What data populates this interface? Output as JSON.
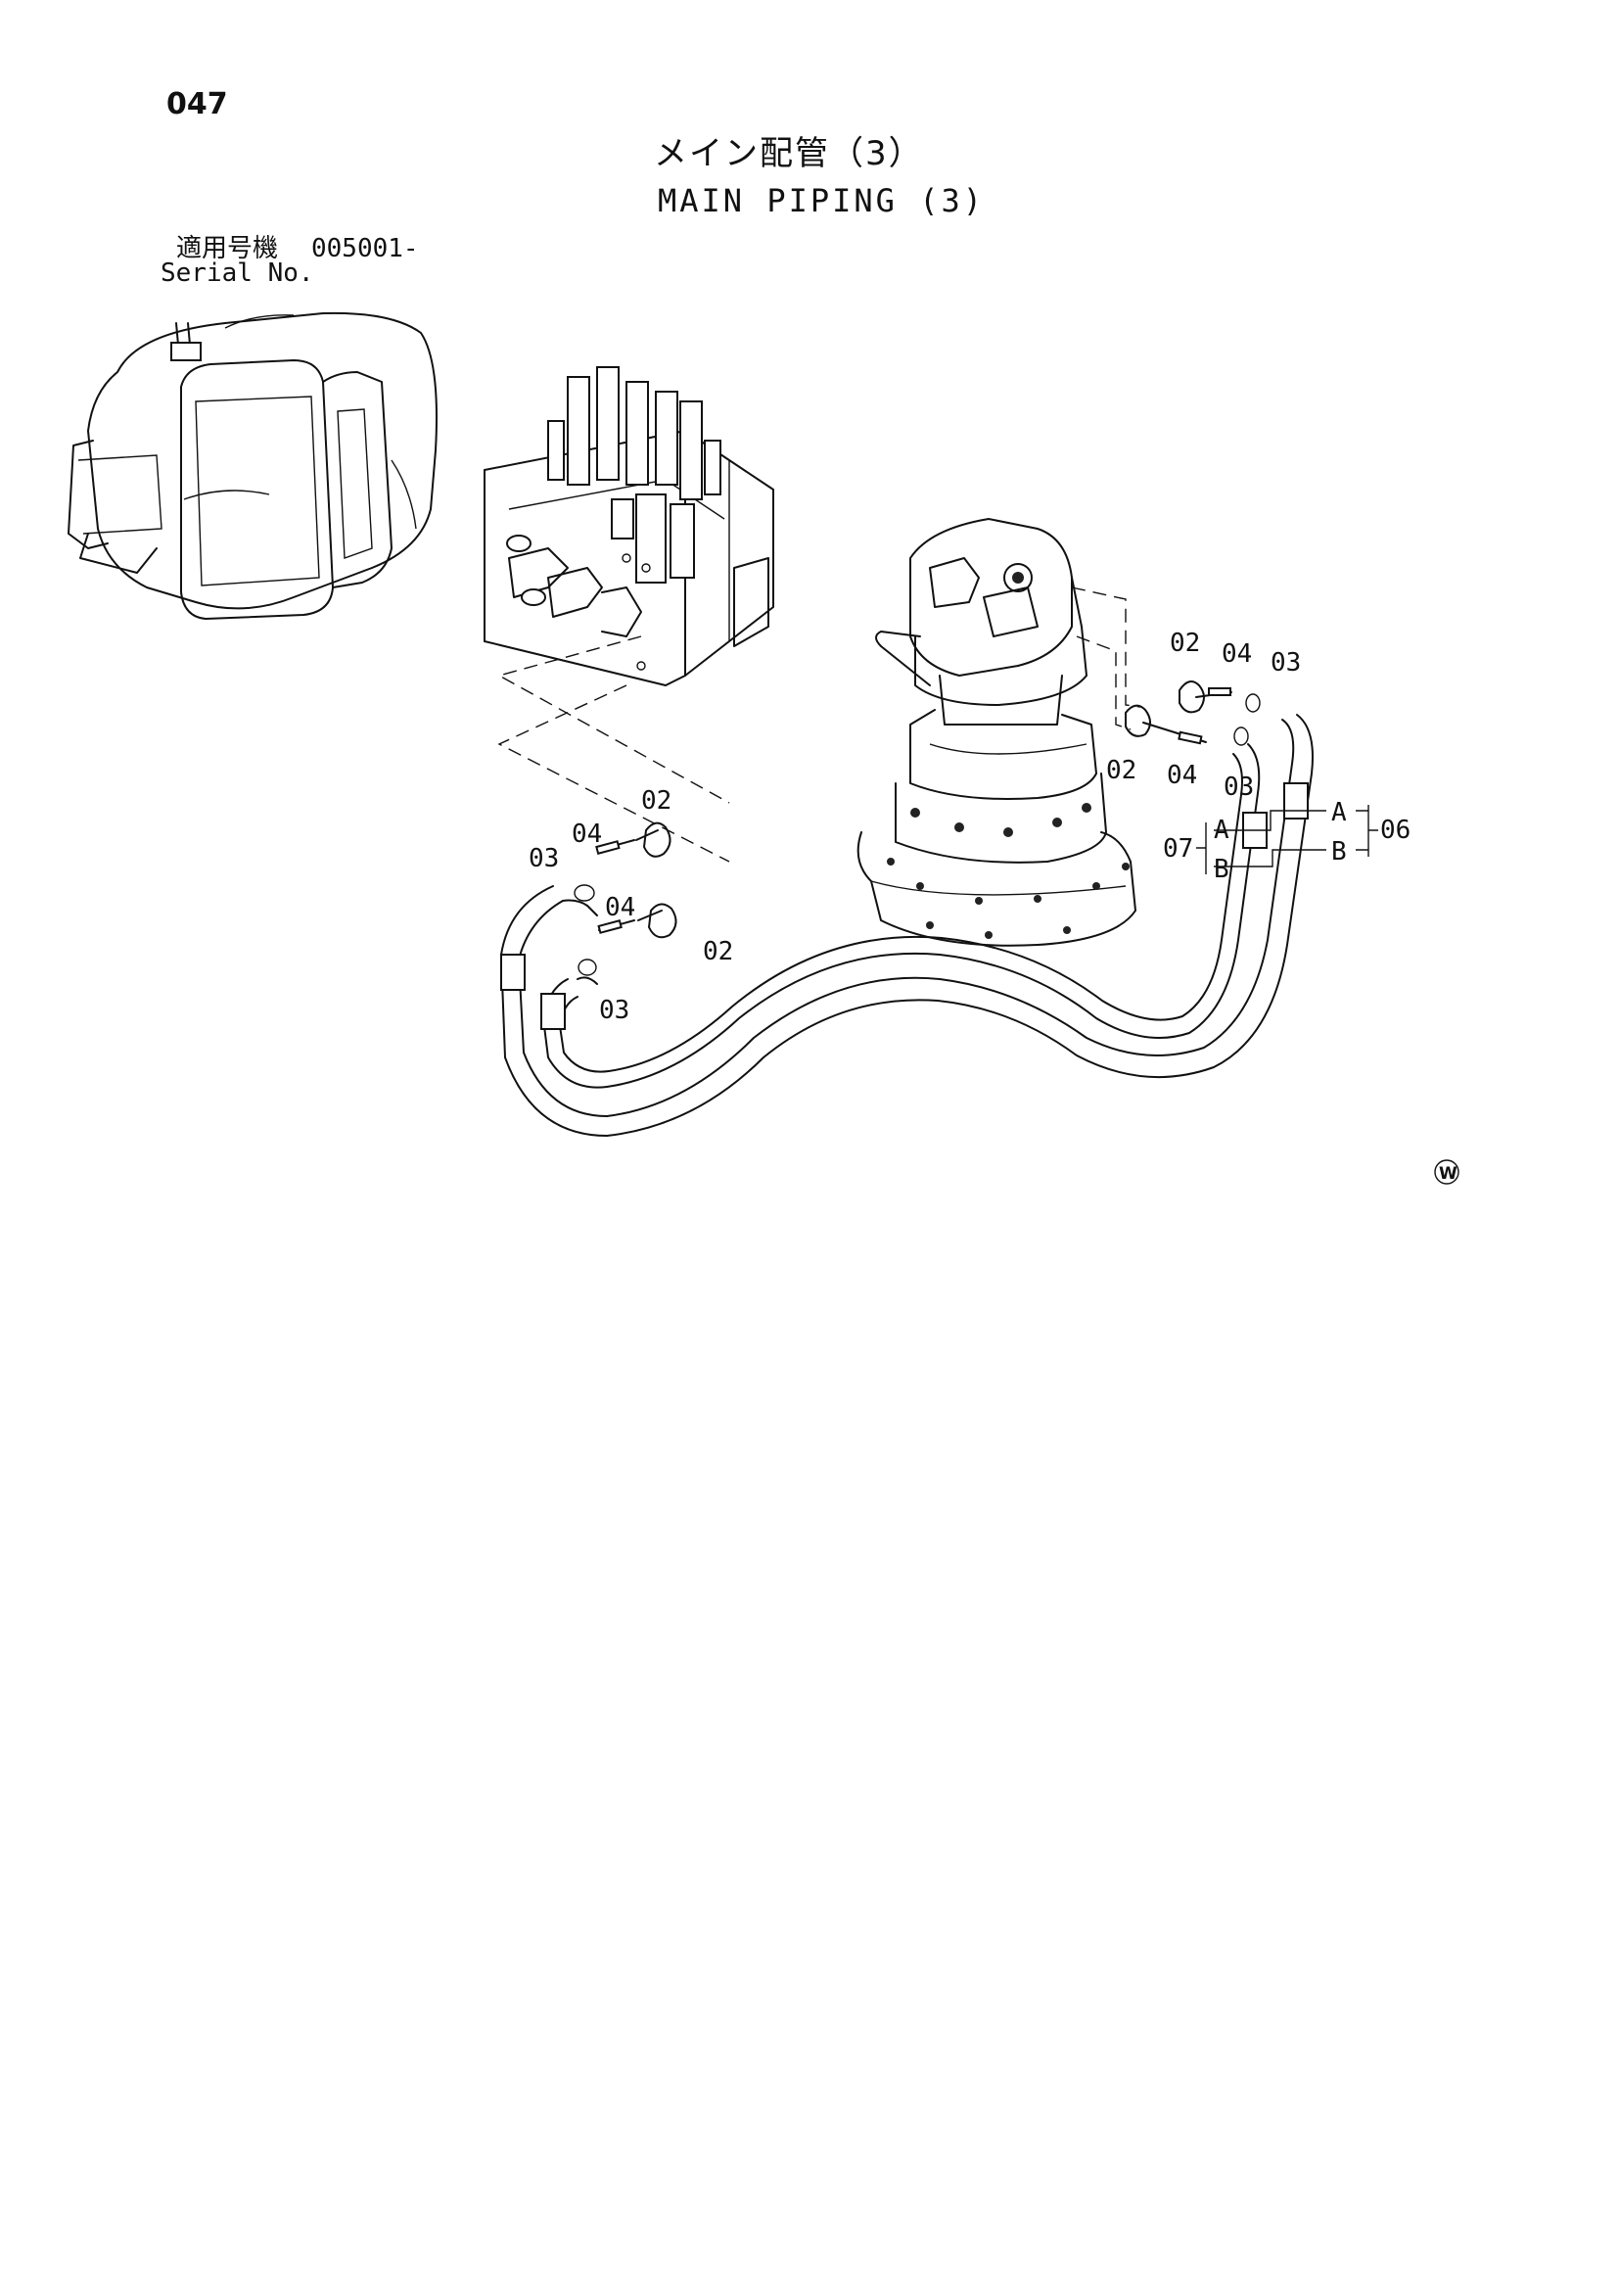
{
  "header": {
    "page_number": "047",
    "title_jp": "メイン配管（3）",
    "title_en": "MAIN PIPING (3)"
  },
  "serial": {
    "label_jp": "適用号機",
    "value": "005001-",
    "label_en": "Serial No."
  },
  "labels": {
    "l02_a": "02",
    "l04_a": "04",
    "l03_a": "03",
    "l04_b": "04",
    "l02_b": "02",
    "l03_b": "03",
    "r02_a": "02",
    "r04_a": "04",
    "r03_a": "03",
    "r02_b": "02",
    "r04_b": "04",
    "r03_b": "03",
    "hose_a_left": "A",
    "hose_b_left": "B",
    "hose_a_right": "A",
    "hose_b_right": "B",
    "group_07": "07",
    "group_06": "06"
  },
  "mark": {
    "w_symbol": "W"
  }
}
